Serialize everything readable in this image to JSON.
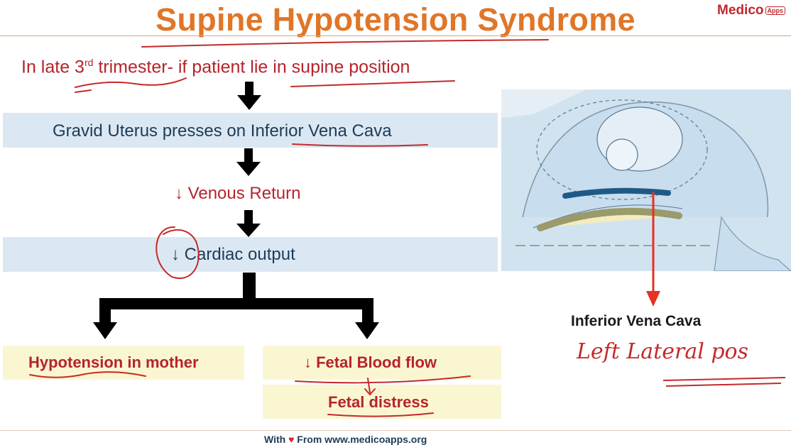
{
  "header": {
    "title": "Supine Hypotension Syndrome",
    "logo_text": "Medico",
    "logo_badge": "Apps"
  },
  "flow": {
    "intro_prefix": "In late 3",
    "intro_sup": "rd",
    "intro_suffix": " trimester- if patient lie in supine position",
    "step1": "Gravid Uterus presses on Inferior Vena Cava",
    "step2_arrow": "↓",
    "step2": " Venous Return",
    "step3_arrow": "↓",
    "step3": " Cardiac output",
    "outcome_left": "Hypotension in mother",
    "outcome_right": "↓ Fetal Blood flow",
    "outcome_right_2": "Fetal distress"
  },
  "illustration": {
    "label": "Inferior Vena Cava",
    "handwritten_note": "Left Lateral pos"
  },
  "footer": {
    "prefix": "With",
    "suffix": "From  www.medicoapps.org"
  },
  "colors": {
    "title": "#e07628",
    "accent_red": "#b5242b",
    "band_blue": "#dbe8f3",
    "box_yellow": "#fbf6d2",
    "text_navy": "#1e3b57"
  }
}
